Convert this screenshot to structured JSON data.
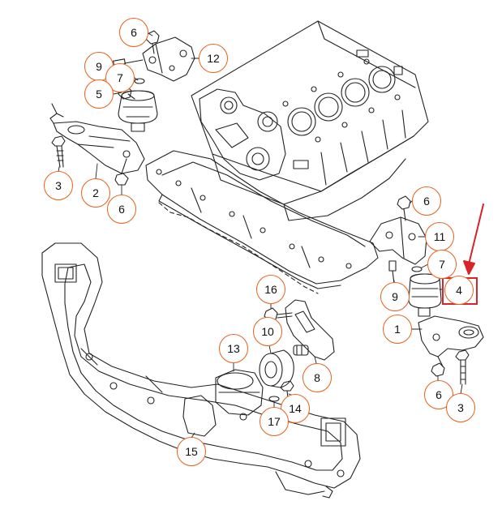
{
  "callouts": [
    {
      "id": "c6a",
      "text": "6"
    },
    {
      "id": "c12",
      "text": "12"
    },
    {
      "id": "c9a",
      "text": "9"
    },
    {
      "id": "c7a",
      "text": "7"
    },
    {
      "id": "c5",
      "text": "5"
    },
    {
      "id": "c3a",
      "text": "3"
    },
    {
      "id": "c2",
      "text": "2"
    },
    {
      "id": "c6b",
      "text": "6"
    },
    {
      "id": "c6c",
      "text": "6"
    },
    {
      "id": "c11",
      "text": "11"
    },
    {
      "id": "c7b",
      "text": "7"
    },
    {
      "id": "c9b",
      "text": "9"
    },
    {
      "id": "c4",
      "text": "4"
    },
    {
      "id": "c1",
      "text": "1"
    },
    {
      "id": "c6d",
      "text": "6"
    },
    {
      "id": "c3b",
      "text": "3"
    },
    {
      "id": "c16",
      "text": "16"
    },
    {
      "id": "c10",
      "text": "10"
    },
    {
      "id": "c13",
      "text": "13"
    },
    {
      "id": "c8",
      "text": "8"
    },
    {
      "id": "c14",
      "text": "14"
    },
    {
      "id": "c17",
      "text": "17"
    },
    {
      "id": "c15",
      "text": "15"
    }
  ],
  "highlight": {
    "target": "4",
    "color": "#d8232a"
  },
  "colors": {
    "line": "#222222",
    "callout_ring": "#e8611a",
    "arrow": "#d8232a"
  }
}
